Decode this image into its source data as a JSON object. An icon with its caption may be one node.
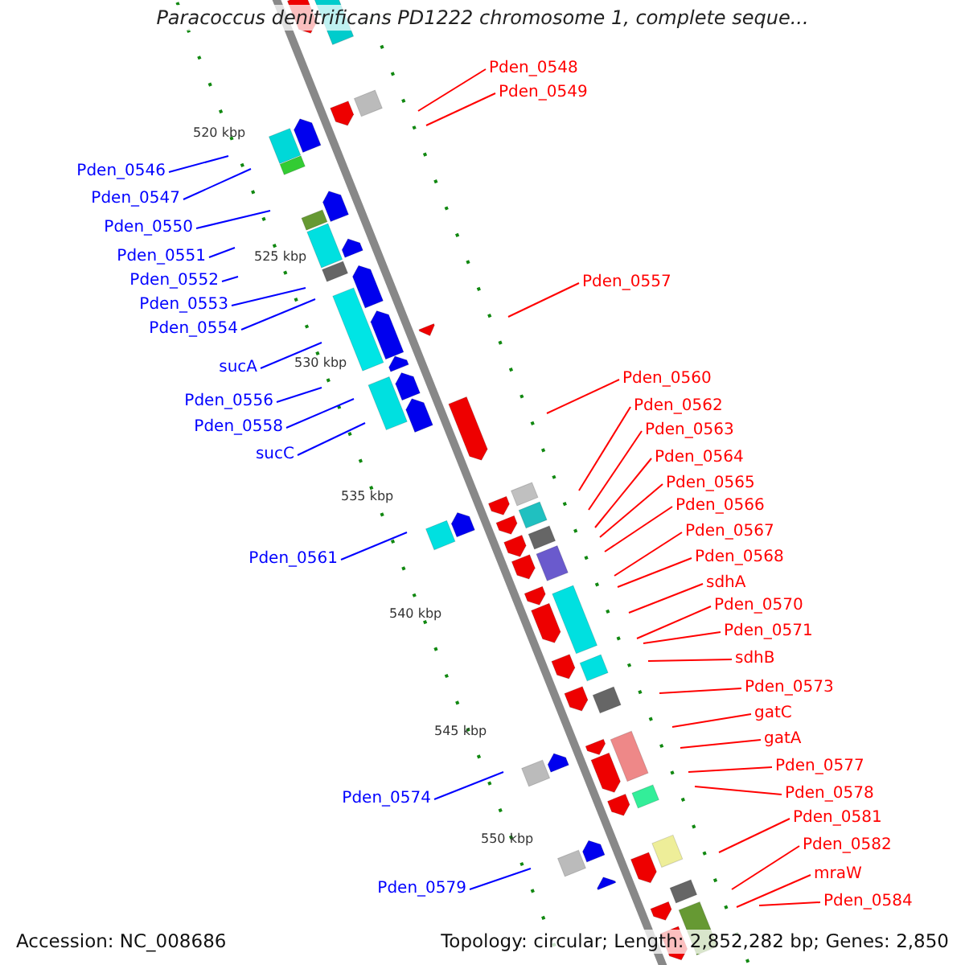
{
  "diagram": {
    "title": "Paracoccus denitrificans PD1222 chromosome 1, complete seque...",
    "nodes": [
      {
        "text": [
          "Pden_0548"
        ]
      },
      {
        "text": [
          "Pden_0549"
        ]
      },
      {
        "text": [
          "Pden_0546"
        ]
      },
      {
        "text": [
          "Pden_0547"
        ]
      },
      {
        "text": [
          "Pden_0550"
        ]
      },
      {
        "text": [
          "Pden_0551"
        ]
      },
      {
        "text": [
          "Pden_0552"
        ]
      },
      {
        "text": [
          "Pden_0557"
        ]
      },
      {
        "text": [
          "Pden_0553"
        ]
      },
      {
        "text": [
          "Pden_0554"
        ]
      },
      {
        "text": [
          "sucA"
        ]
      },
      {
        "text": [
          "Pden_0560"
        ]
      },
      {
        "text": [
          "Pden_0556"
        ]
      },
      {
        "text": [
          "Pden_0562"
        ]
      },
      {
        "text": [
          "Pden_0558"
        ]
      },
      {
        "text": [
          "Pden_0563"
        ]
      },
      {
        "text": [
          "sucC"
        ]
      },
      {
        "text": [
          "Pden_0564"
        ]
      },
      {
        "text": [
          "Pden_0565"
        ]
      },
      {
        "text": [
          "Pden_0566"
        ]
      },
      {
        "text": [
          "Pden_0567"
        ]
      },
      {
        "text": [
          "Pden_0568"
        ]
      },
      {
        "text": [
          "Pden_0561"
        ]
      },
      {
        "text": [
          "sdhA"
        ]
      },
      {
        "text": [
          "Pden_0570"
        ]
      },
      {
        "text": [
          "Pden_0571"
        ]
      },
      {
        "text": [
          "sdhB"
        ]
      },
      {
        "text": [
          "Pden_0573"
        ]
      },
      {
        "text": [
          "gatC"
        ]
      },
      {
        "text": [
          "gatA"
        ]
      },
      {
        "text": [
          "Pden_0577"
        ]
      },
      {
        "text": [
          "Pden_0578"
        ]
      },
      {
        "text": [
          "Pden_0574"
        ]
      },
      {
        "text": [
          "Pden_0581"
        ]
      },
      {
        "text": [
          "Pden_0582"
        ]
      },
      {
        "text": [
          "mraW"
        ]
      },
      {
        "text": [
          "Pden_0579"
        ]
      },
      {
        "text": [
          "Pden_0584"
        ]
      }
    ],
    "edges": [
      {
        "from": 0,
        "to": null,
        "arrow": "none"
      },
      {
        "from": 1,
        "to": null,
        "arrow": "none"
      },
      {
        "from": 2,
        "to": null,
        "arrow": "none",
        "color": "#0000ff"
      },
      {
        "from": 3,
        "to": null,
        "arrow": "none",
        "color": "#0000ff"
      },
      {
        "from": 4,
        "to": null,
        "arrow": "none",
        "color": "#0000ff"
      },
      {
        "from": 5,
        "to": null,
        "arrow": "none",
        "color": "#0000ff"
      },
      {
        "from": 6,
        "to": null,
        "arrow": "none",
        "color": "#0000ff"
      },
      {
        "from": 7,
        "to": null,
        "arrow": "none"
      },
      {
        "from": 8,
        "to": null,
        "arrow": "none",
        "color": "#0000ff"
      },
      {
        "from": 9,
        "to": null,
        "arrow": "none",
        "color": "#0000ff"
      },
      {
        "from": 10,
        "to": null,
        "arrow": "none",
        "color": "#0000ff"
      },
      {
        "from": 11,
        "to": null,
        "arrow": "none"
      },
      {
        "from": 12,
        "to": null,
        "arrow": "none",
        "color": "#0000ff"
      },
      {
        "from": 13,
        "to": null,
        "arrow": "none"
      },
      {
        "from": 14,
        "to": null,
        "arrow": "none",
        "color": "#0000ff"
      },
      {
        "from": 15,
        "to": null,
        "arrow": "none"
      },
      {
        "from": 16,
        "to": null,
        "arrow": "none",
        "color": "#0000ff"
      },
      {
        "from": 17,
        "to": null,
        "arrow": "none"
      },
      {
        "from": 18,
        "to": null,
        "arrow": "none"
      },
      {
        "from": 19,
        "to": null,
        "arrow": "none"
      },
      {
        "from": 20,
        "to": null,
        "arrow": "none"
      },
      {
        "from": 21,
        "to": null,
        "arrow": "none"
      },
      {
        "from": 22,
        "to": null,
        "arrow": "none",
        "color": "#0000ff"
      },
      {
        "from": 23,
        "to": null,
        "arrow": "none"
      },
      {
        "from": 24,
        "to": null,
        "arrow": "none"
      },
      {
        "from": 25,
        "to": null,
        "arrow": "none"
      },
      {
        "from": 26,
        "to": null,
        "arrow": "none"
      },
      {
        "from": 27,
        "to": null,
        "arrow": "none"
      },
      {
        "from": 28,
        "to": null,
        "arrow": "none"
      },
      {
        "from": 29,
        "to": null,
        "arrow": "none"
      },
      {
        "from": 30,
        "to": null,
        "arrow": "none"
      },
      {
        "from": 31,
        "to": null,
        "arrow": "none"
      },
      {
        "from": 32,
        "to": null,
        "arrow": "none",
        "color": "#0000ff"
      },
      {
        "from": 33,
        "to": null,
        "arrow": "none"
      },
      {
        "from": 34,
        "to": null,
        "arrow": "none"
      },
      {
        "from": 35,
        "to": null,
        "arrow": "none"
      },
      {
        "from": 36,
        "to": null,
        "arrow": "none",
        "color": "#0000ff"
      },
      {
        "from": 37,
        "to": null,
        "arrow": "none"
      }
    ],
    "labels": [
      "520 kbp",
      "525 kbp",
      "530 kbp",
      "535 kbp",
      "540 kbp",
      "545 kbp",
      "550 kbp",
      "Accession: NC_008686",
      "Topology: circular; Length: 2,852,282 bp; Genes: 2,850"
    ]
  }
}
